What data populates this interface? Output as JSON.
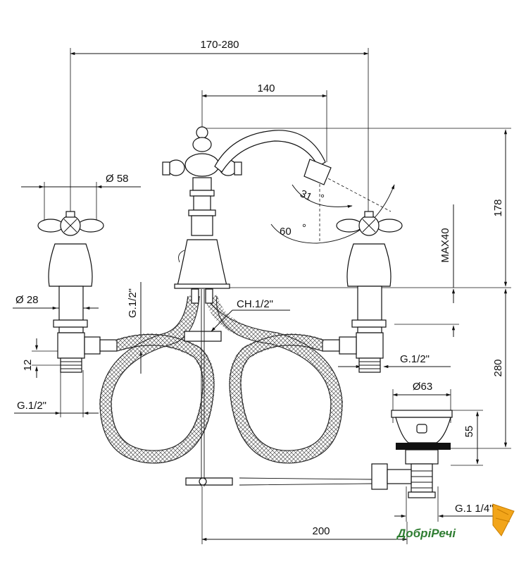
{
  "dimensions": {
    "overall_spread": "170-280",
    "spout_reach": "140",
    "handle_diameter": "Ø 58",
    "total_height": "178",
    "max_deck": "MAX40",
    "shank_diameter": "Ø 28",
    "inlet_left": "G.1/2\"",
    "outlet_right": "G.1/2\"",
    "center_connection": "CH.1/2\"",
    "nut_height": "12",
    "bottom_left_thread": "G.1/2\"",
    "swivel_angle_small": "31",
    "swivel_angle_large": "60",
    "under_deck_depth": "280",
    "waste_diameter": "Ø63",
    "waste_height": "55",
    "waste_thread": "G.1 1/4\"",
    "rod_length": "200"
  },
  "watermark": {
    "brand": "ДобріРечі"
  }
}
